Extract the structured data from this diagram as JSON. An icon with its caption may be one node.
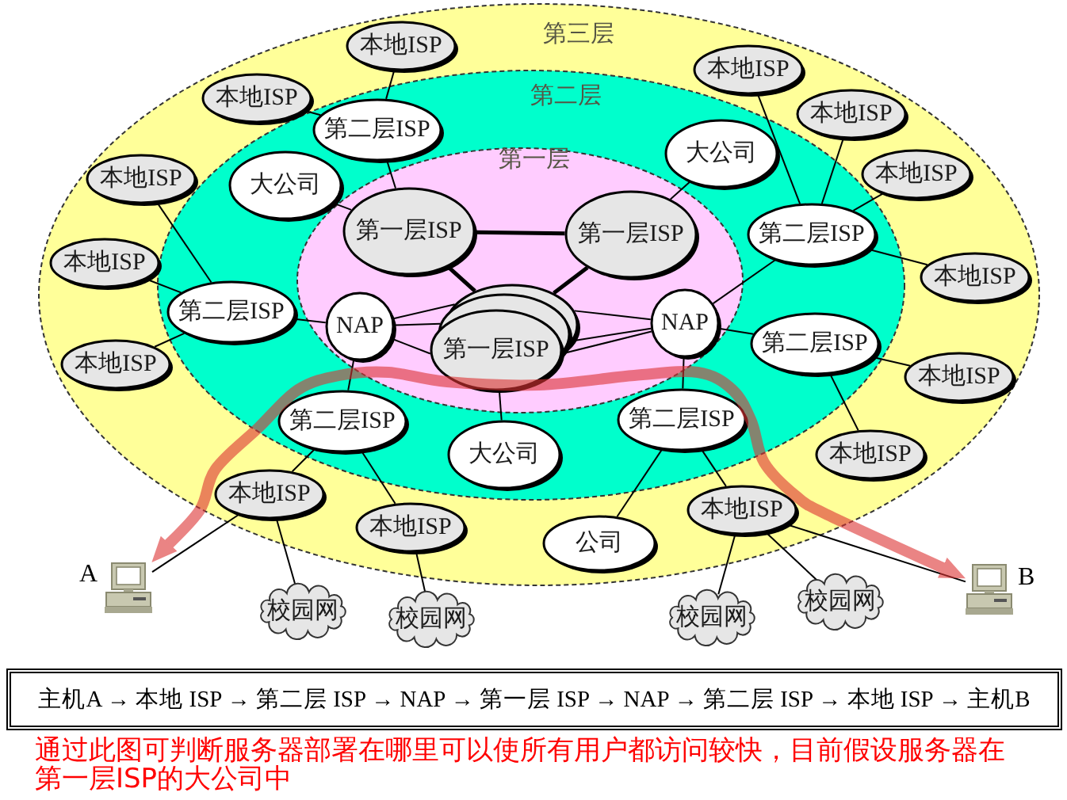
{
  "diagram": {
    "caption": "通过此图可判断服务器部署在哪里可以使所有用户都访问较快，目前假设服务器在第一层ISP的大公司中",
    "nodes": [
      {
        "text": [
          "第三层"
        ]
      },
      {
        "text": [
          "第二层"
        ],
        "in": 0
      },
      {
        "text": [
          "第一层"
        ],
        "in": 1
      },
      {
        "text": [
          "本地ISP"
        ],
        "in": 0
      },
      {
        "text": [
          "本地ISP"
        ],
        "in": 0
      },
      {
        "text": [
          "本地ISP"
        ],
        "in": 0
      },
      {
        "text": [
          "本地ISP"
        ],
        "in": 0
      },
      {
        "text": [
          "第二层ISP"
        ],
        "in": 1
      },
      {
        "text": [
          "大公司"
        ],
        "in": 1
      },
      {
        "text": [
          "本地ISP"
        ],
        "in": 0
      },
      {
        "text": [
          "本地ISP"
        ],
        "in": 0
      },
      {
        "text": [
          "大公司"
        ],
        "in": 1
      },
      {
        "text": [
          "第一层ISP"
        ],
        "in": 2
      },
      {
        "text": [
          "第一层ISP"
        ],
        "in": 2
      },
      {
        "text": [
          "第二层ISP"
        ],
        "in": 1
      },
      {
        "text": [
          "本地ISP"
        ],
        "in": 0
      },
      {
        "text": [
          "本地ISP"
        ],
        "in": 0
      },
      {
        "text": [
          "第二层ISP"
        ],
        "in": 1
      },
      {
        "text": [
          "NAP"
        ],
        "in": 2
      },
      {
        "text": [
          "第一层ISP"
        ],
        "in": 2
      },
      {
        "text": [
          "NAP"
        ],
        "in": 2
      },
      {
        "text": [
          "第二层ISP"
        ],
        "in": 1
      },
      {
        "text": [
          "本地ISP"
        ],
        "in": 0
      },
      {
        "text": [
          "本地ISP"
        ],
        "in": 0
      },
      {
        "text": [
          "第二层ISP"
        ],
        "in": 1
      },
      {
        "text": [
          "第二层ISP"
        ],
        "in": 1
      },
      {
        "text": [
          "大公司"
        ],
        "in": 1
      },
      {
        "text": [
          "本地ISP"
        ],
        "in": 0
      },
      {
        "text": [
          "本地ISP"
        ],
        "in": 0
      },
      {
        "text": [
          "本地ISP"
        ],
        "in": 0
      },
      {
        "text": [
          "本地ISP"
        ],
        "in": 0
      },
      {
        "text": [
          "公司"
        ],
        "in": 0
      },
      {
        "text": [],
        "shape": "computer",
        "beside": [
          "A"
        ]
      },
      {
        "text": [],
        "shape": "computer",
        "beside": [
          "B"
        ]
      },
      {
        "text": [
          "校园网"
        ]
      },
      {
        "text": [
          "校园网"
        ]
      },
      {
        "text": [
          "校园网"
        ]
      },
      {
        "text": [
          "校园网"
        ]
      },
      {
        "text": [
          "主机A → 本地 ISP → 第二层 ISP → NAP → 第一层 ISP → NAP → 第二层 ISP → 本地 ISP → 主机B"
        ]
      }
    ],
    "edges": [
      {
        "from": 3,
        "to": 7,
        "arrow": "none"
      },
      {
        "from": 5,
        "to": 7,
        "arrow": "none"
      },
      {
        "from": 7,
        "to": 12,
        "arrow": "none"
      },
      {
        "from": 11,
        "to": 12,
        "arrow": "none"
      },
      {
        "from": 12,
        "to": 13,
        "arrow": "none",
        "style": "thick"
      },
      {
        "from": 12,
        "to": 19,
        "arrow": "none",
        "style": "thick"
      },
      {
        "from": 13,
        "to": 19,
        "arrow": "none",
        "style": "thick"
      },
      {
        "from": 8,
        "to": 13,
        "arrow": "none"
      },
      {
        "from": 4,
        "to": 14,
        "arrow": "none"
      },
      {
        "from": 6,
        "to": 14,
        "arrow": "none"
      },
      {
        "from": 10,
        "to": 14,
        "arrow": "none"
      },
      {
        "from": 16,
        "to": 14,
        "arrow": "none"
      },
      {
        "from": 9,
        "to": 17,
        "arrow": "none"
      },
      {
        "from": 15,
        "to": 17,
        "arrow": "none"
      },
      {
        "from": 22,
        "to": 17,
        "arrow": "none"
      },
      {
        "from": 17,
        "to": 18,
        "arrow": "none"
      },
      {
        "from": 18,
        "to": 19,
        "arrow": "none"
      },
      {
        "from": 18,
        "to": 19,
        "arrow": "none"
      },
      {
        "from": 18,
        "to": 19,
        "arrow": "none"
      },
      {
        "from": 20,
        "to": 19,
        "arrow": "none"
      },
      {
        "from": 20,
        "to": 19,
        "arrow": "none"
      },
      {
        "from": 20,
        "to": 19,
        "arrow": "none"
      },
      {
        "from": 20,
        "to": 14,
        "arrow": "none"
      },
      {
        "from": 20,
        "to": 21,
        "arrow": "none"
      },
      {
        "from": 21,
        "to": 23,
        "arrow": "none"
      },
      {
        "from": 21,
        "to": 27,
        "arrow": "none"
      },
      {
        "from": 18,
        "to": 24,
        "arrow": "none"
      },
      {
        "from": 20,
        "to": 25,
        "arrow": "none"
      },
      {
        "from": 19,
        "to": 26,
        "arrow": "none"
      },
      {
        "from": 24,
        "to": 28,
        "arrow": "none"
      },
      {
        "from": 24,
        "to": 30,
        "arrow": "none"
      },
      {
        "from": 25,
        "to": 31,
        "arrow": "none"
      },
      {
        "from": 25,
        "to": 29,
        "arrow": "none"
      },
      {
        "from": 28,
        "to": 32,
        "arrow": "none"
      },
      {
        "from": 28,
        "to": 34,
        "arrow": "none"
      },
      {
        "from": 30,
        "to": 35,
        "arrow": "none"
      },
      {
        "from": 29,
        "to": 36,
        "arrow": "none"
      },
      {
        "from": 29,
        "to": 37,
        "arrow": "none"
      },
      {
        "from": 29,
        "to": 33,
        "arrow": "none"
      },
      {
        "from": 32,
        "to": 33,
        "arrow": "both",
        "style": "thick",
        "color": "#dd3333"
      }
    ]
  }
}
